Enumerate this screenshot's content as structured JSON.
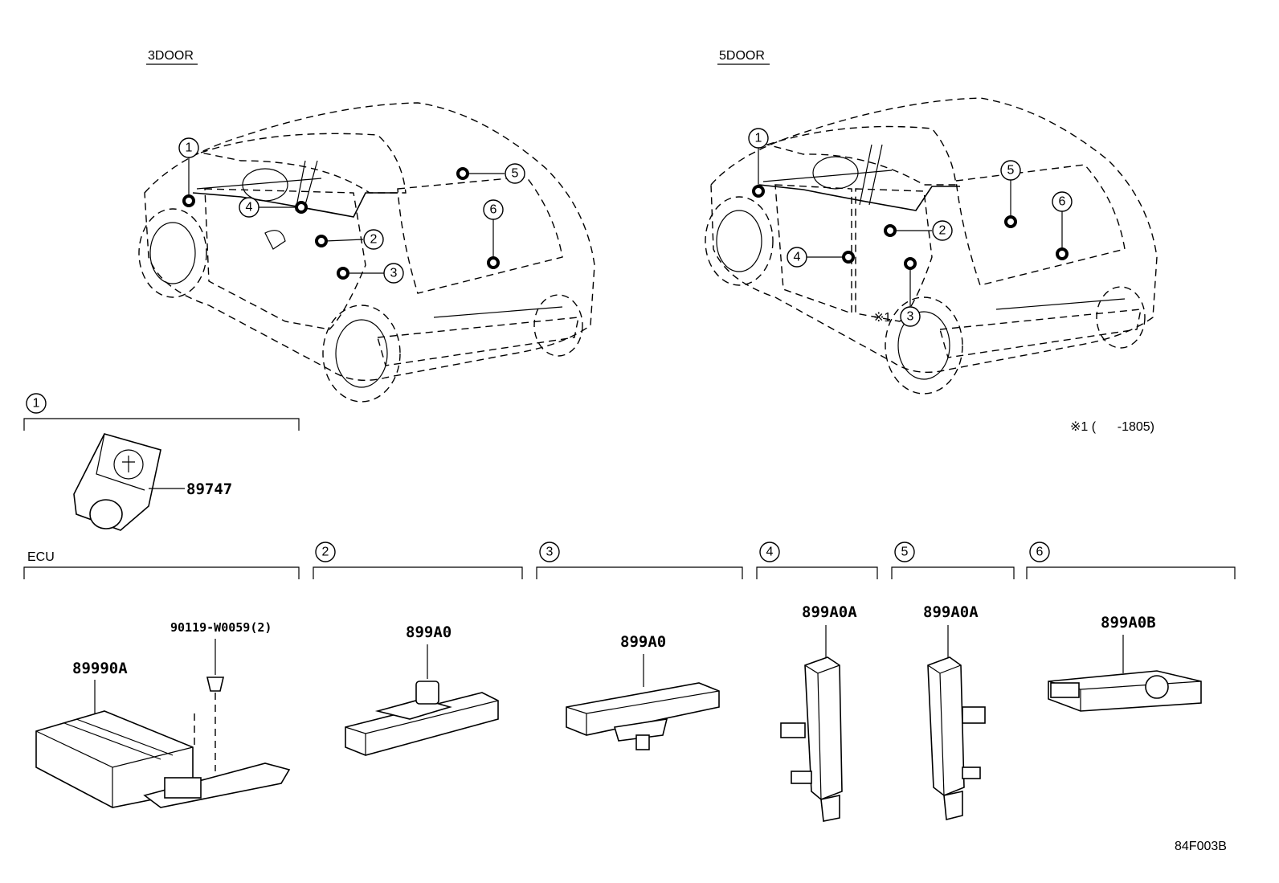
{
  "views": {
    "three_door": "3DOOR",
    "five_door": "5DOOR"
  },
  "callouts": [
    "1",
    "2",
    "3",
    "4",
    "5",
    "6"
  ],
  "note_mark": "※1",
  "note": "※1 (      -1805)",
  "groups": {
    "g1": {
      "id": "1",
      "part": "89747"
    },
    "ecu": {
      "label": "ECU",
      "part": "89990A",
      "bolt": "90119-W0059(2)"
    },
    "g2": {
      "id": "2",
      "part": "899A0"
    },
    "g3": {
      "id": "3",
      "part": "899A0"
    },
    "g4": {
      "id": "4",
      "part": "899A0A"
    },
    "g5": {
      "id": "5",
      "part": "899A0A"
    },
    "g6": {
      "id": "6",
      "part": "899A0B"
    }
  },
  "diagram_code": "84F003B"
}
